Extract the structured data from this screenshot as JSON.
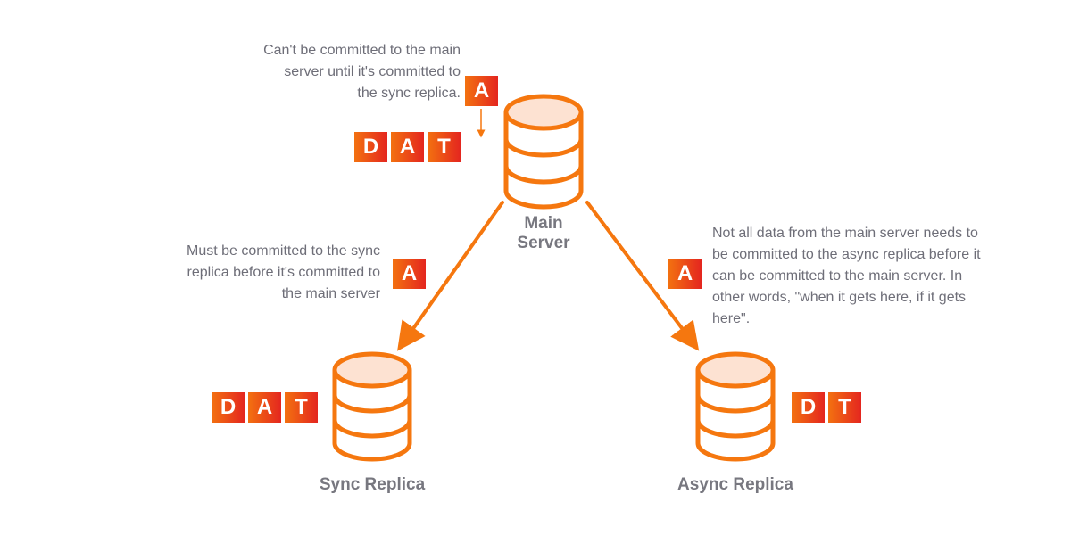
{
  "colors": {
    "accent": "#f5770f",
    "tile_start": "#f37110",
    "tile_end": "#e4261f",
    "db_top_fill": "#fde2d2",
    "text": "#6e6e78"
  },
  "nodes": {
    "main": {
      "label_line1": "Main",
      "label_line2": "Server",
      "tiles": [
        "D",
        "A",
        "T"
      ],
      "incoming_tile": "A"
    },
    "sync": {
      "label": "Sync Replica",
      "tiles": [
        "D",
        "A",
        "T"
      ]
    },
    "async": {
      "label": "Async Replica",
      "tiles": [
        "D",
        "T"
      ]
    }
  },
  "edges": {
    "main_to_sync": {
      "tile": "A"
    },
    "main_to_async": {
      "tile": "A"
    }
  },
  "notes": {
    "main": [
      "Can't be committed to the main",
      "server until it's committed to",
      "the sync replica."
    ],
    "sync": [
      "Must be committed to the sync",
      "replica before it's committed to",
      "the main server"
    ],
    "async": [
      "Not all data from the main server needs to",
      "be committed to the async replica before it",
      "can be committed to the main server. In",
      "other words, \"when it gets here, if it gets",
      "here\"."
    ]
  }
}
